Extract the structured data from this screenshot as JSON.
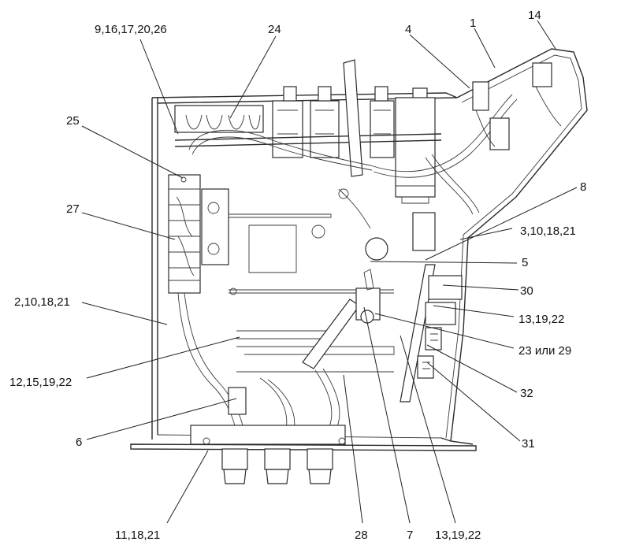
{
  "callouts": [
    {
      "id": "c-9-16-17-20-26",
      "text": "9,16,17,20,26"
    },
    {
      "id": "c-24",
      "text": "24"
    },
    {
      "id": "c-4",
      "text": "4"
    },
    {
      "id": "c-1",
      "text": "1"
    },
    {
      "id": "c-14",
      "text": "14"
    },
    {
      "id": "c-25",
      "text": "25"
    },
    {
      "id": "c-8",
      "text": "8"
    },
    {
      "id": "c-27",
      "text": "27"
    },
    {
      "id": "c-3-10-18-21",
      "text": "3,10,18,21"
    },
    {
      "id": "c-5",
      "text": "5"
    },
    {
      "id": "c-30",
      "text": "30"
    },
    {
      "id": "c-2-10-18-21",
      "text": "2,10,18,21"
    },
    {
      "id": "c-13-19-22-a",
      "text": "13,19,22"
    },
    {
      "id": "c-23-29",
      "text": "23 или 29"
    },
    {
      "id": "c-12-15-19-22",
      "text": "12,15,19,22"
    },
    {
      "id": "c-32",
      "text": "32"
    },
    {
      "id": "c-6",
      "text": "6"
    },
    {
      "id": "c-31",
      "text": "31"
    },
    {
      "id": "c-11-18-21",
      "text": "11,18,21"
    },
    {
      "id": "c-28",
      "text": "28"
    },
    {
      "id": "c-7",
      "text": "7"
    },
    {
      "id": "c-13-19-22-b",
      "text": "13,19,22"
    }
  ]
}
